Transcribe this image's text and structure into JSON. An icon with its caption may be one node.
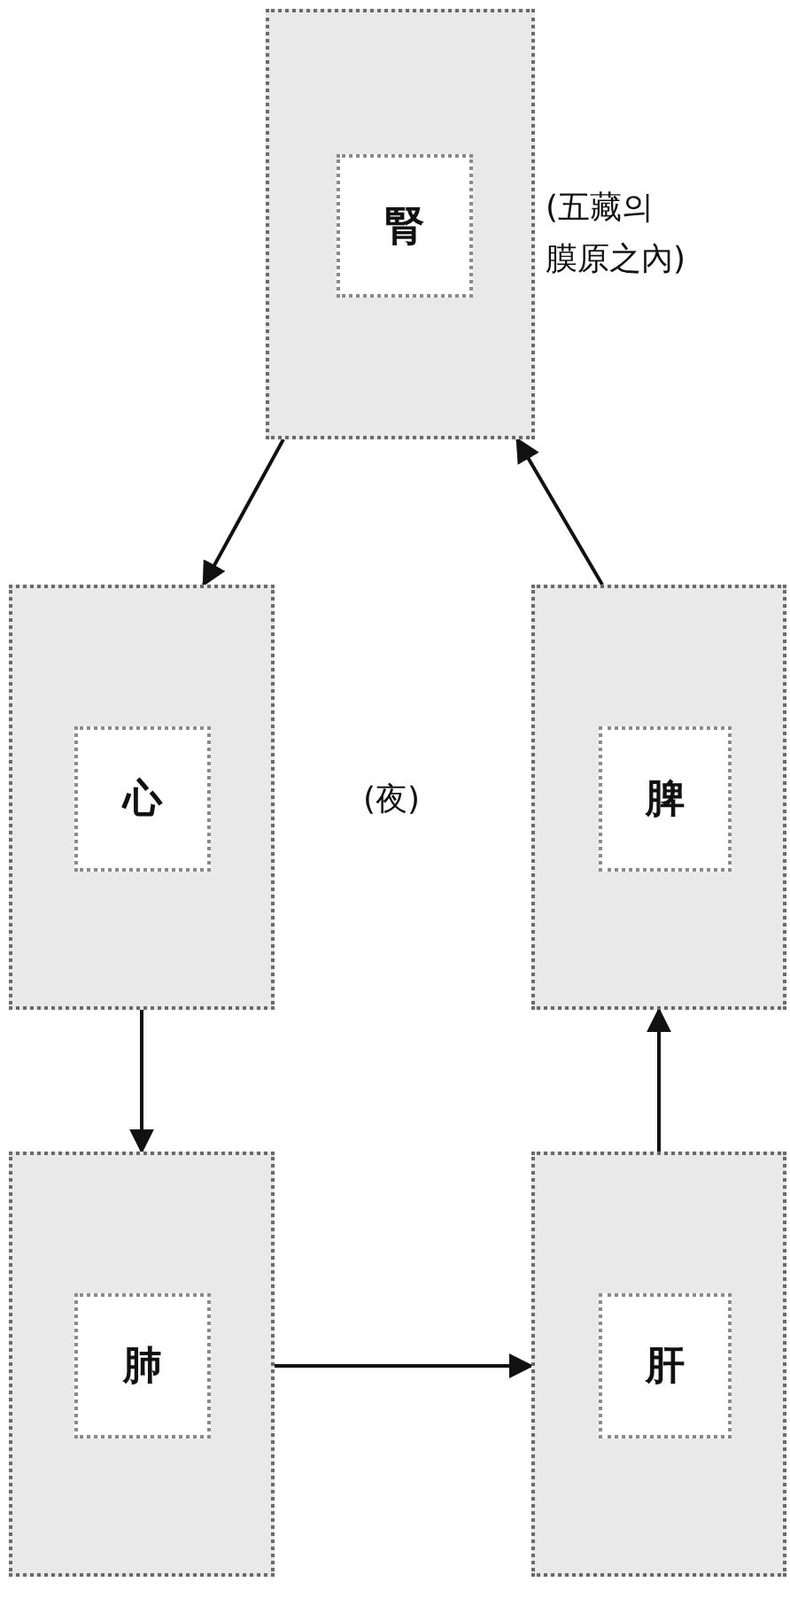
{
  "diagram": {
    "nodes": [
      {
        "text": [],
        "shape": "box"
      },
      {
        "text": [
          "腎"
        ],
        "in": 0
      },
      {
        "text": [],
        "shape": "box"
      },
      {
        "text": [
          "心"
        ],
        "in": 2
      },
      {
        "text": [],
        "shape": "box"
      },
      {
        "text": [
          "脾"
        ],
        "in": 4
      },
      {
        "text": [],
        "shape": "box"
      },
      {
        "text": [
          "肺"
        ],
        "in": 6
      },
      {
        "text": [],
        "shape": "box"
      },
      {
        "text": [
          "肝"
        ],
        "in": 8
      }
    ],
    "edges": [
      {
        "from": 0,
        "to": 2,
        "arrow": "to"
      },
      {
        "from": 2,
        "to": 6,
        "arrow": "to"
      },
      {
        "from": 6,
        "to": 8,
        "arrow": "to"
      },
      {
        "from": 8,
        "to": 4,
        "arrow": "to"
      },
      {
        "from": 4,
        "to": 0,
        "arrow": "to"
      }
    ],
    "labels": [
      "(五藏의 膜原之內)",
      "(夜)"
    ]
  }
}
